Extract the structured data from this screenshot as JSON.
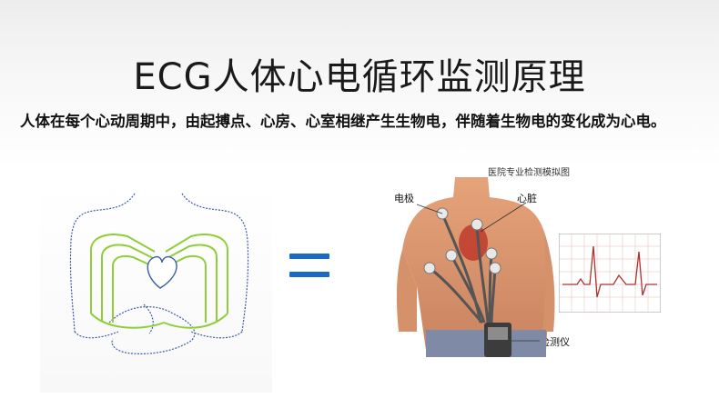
{
  "title": "ECG人体心电循环监测原理",
  "description": "人体在每个心动周期中，由起搏点、心房、心室相继产生生物电，伴随着生物电的变化成为心电。",
  "diagram": {
    "caption": "医院专业检测模拟图",
    "labels": {
      "electrode": "电极",
      "heart": "心脏",
      "monitor": "检测仪"
    }
  },
  "colors": {
    "equals": "#1a69c7",
    "body_outline": "#3a5cab",
    "circulation": "#8fce3a"
  }
}
